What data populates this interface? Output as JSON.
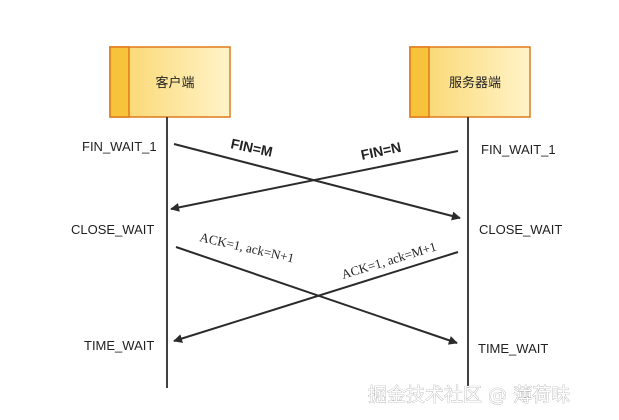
{
  "client": {
    "label": "客户端"
  },
  "server": {
    "label": "服务器端"
  },
  "client_states": [
    "FIN_WAIT_1",
    "CLOSE_WAIT",
    "TIME_WAIT"
  ],
  "server_states": [
    "FIN_WAIT_1",
    "CLOSE_WAIT",
    "TIME_WAIT"
  ],
  "messages": {
    "fin_client": "FIN=M",
    "fin_server": "FIN=N",
    "ack_client": "ACK=1, ack=N+1",
    "ack_server": "ACK=1, ack=M+1"
  },
  "watermark": "掘金技术社区 @ 薄荷味",
  "colors": {
    "box_fill": "#fde49a",
    "box_accent": "#f6c33a",
    "box_border": "#e07a1a",
    "line": "#2b2b2b"
  }
}
